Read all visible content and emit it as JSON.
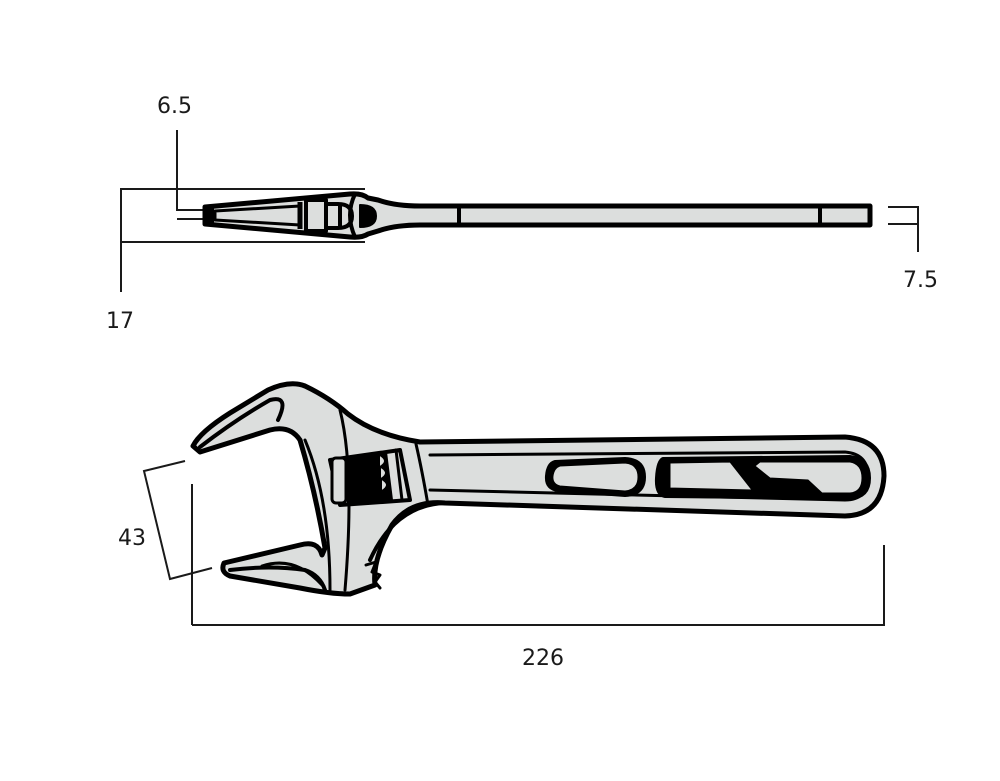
{
  "diagram": {
    "subject": "adjustable wrench technical drawing",
    "views": [
      "side-view",
      "front-view"
    ],
    "colors": {
      "outline": "#000000",
      "fill": "#dcdedd",
      "background": "#ffffff",
      "dimension_line": "#1a1a1a"
    }
  },
  "dimensions": {
    "jaw_tip_thickness": "6.5",
    "head_thickness": "17",
    "handle_thickness": "7.5",
    "jaw_opening": "43",
    "overall_length": "226"
  }
}
